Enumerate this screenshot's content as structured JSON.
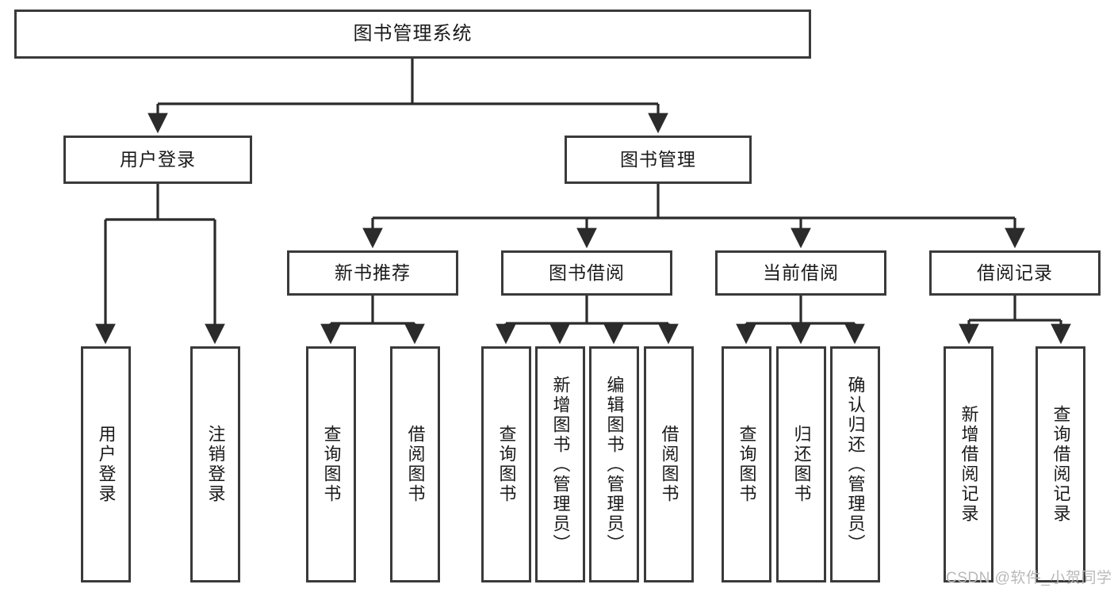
{
  "diagram": {
    "title": "图书管理系统",
    "type": "tree-hierarchy-chart",
    "watermark": "CSDN @软件_小贺同学",
    "colors": {
      "border": "#3a3a3a",
      "fill": "#ffffff",
      "connector": "#2b2b2b",
      "text": "#1a1a1a",
      "watermark": "#b9b9b9"
    },
    "nodes": {
      "root": {
        "label": "图书管理系统"
      },
      "level1": [
        {
          "id": "user-login",
          "label": "用户登录"
        },
        {
          "id": "book-management",
          "label": "图书管理"
        }
      ],
      "level2": [
        {
          "id": "new-book-recommend",
          "label": "新书推荐"
        },
        {
          "id": "book-borrow",
          "label": "图书借阅"
        },
        {
          "id": "current-borrow",
          "label": "当前借阅"
        },
        {
          "id": "borrow-record",
          "label": "借阅记录"
        }
      ],
      "leaves": {
        "user-login": [
          {
            "id": "leaf-user-login",
            "label": "用户登录"
          },
          {
            "id": "leaf-logout-login",
            "label": "注销登录"
          }
        ],
        "new-book-recommend": [
          {
            "id": "leaf-query-book-1",
            "label": "查询图书"
          },
          {
            "id": "leaf-borrow-book-1",
            "label": "借阅图书"
          }
        ],
        "book-borrow": [
          {
            "id": "leaf-query-book-2",
            "label": "查询图书"
          },
          {
            "id": "leaf-add-book-admin",
            "label": "新增图书（管理员）"
          },
          {
            "id": "leaf-edit-book-admin",
            "label": "编辑图书（管理员）"
          },
          {
            "id": "leaf-borrow-book-2",
            "label": "借阅图书"
          }
        ],
        "current-borrow": [
          {
            "id": "leaf-query-book-3",
            "label": "查询图书"
          },
          {
            "id": "leaf-return-book",
            "label": "归还图书"
          },
          {
            "id": "leaf-confirm-return-admin",
            "label": "确认归还（管理员）"
          }
        ],
        "borrow-record": [
          {
            "id": "leaf-add-borrow-record",
            "label": "新增借阅记录"
          },
          {
            "id": "leaf-query-borrow-record",
            "label": "查询借阅记录"
          }
        ]
      }
    }
  }
}
